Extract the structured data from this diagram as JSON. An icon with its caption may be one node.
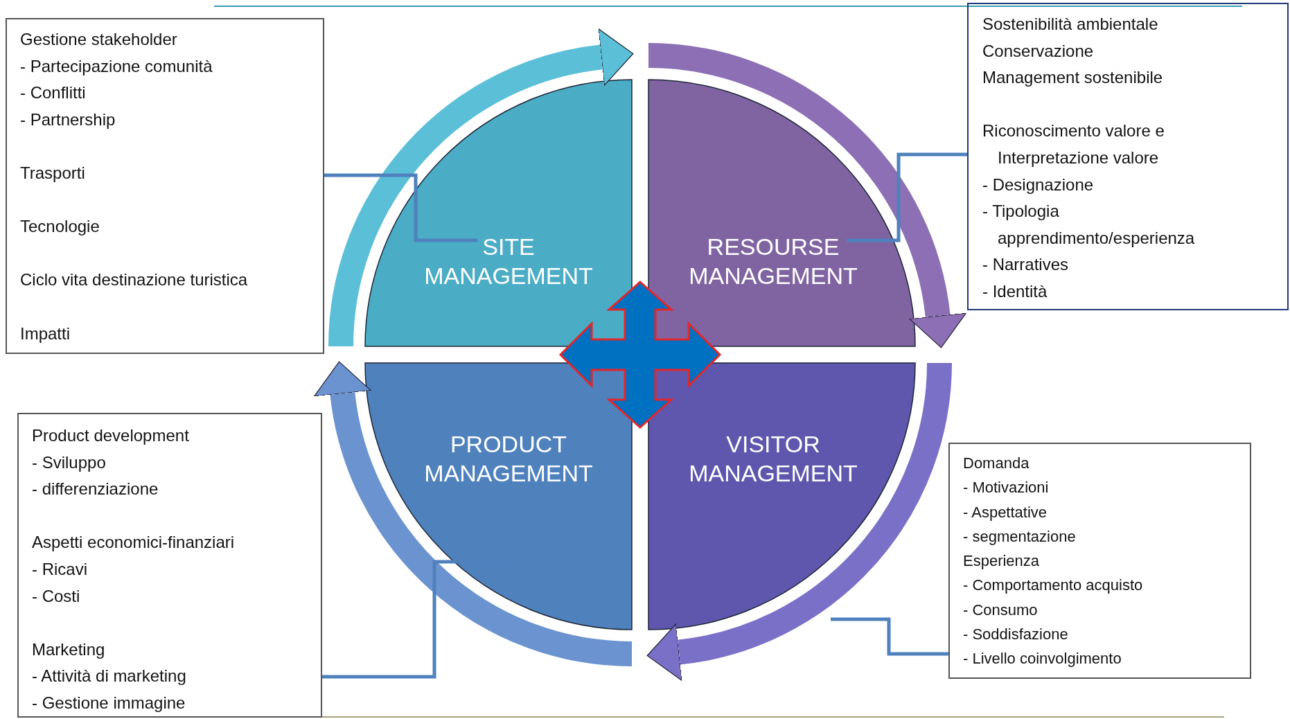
{
  "diagram": {
    "nodes": [
      {
        "text": [
          "Gestione stakeholder",
          "- Partecipazione comunità",
          "- Conflitti",
          "- Partnership",
          "Trasporti",
          "Tecnologie",
          "Ciclo vita destinazione turistica",
          "Impatti"
        ]
      },
      {
        "text": [
          "SITE MANAGEMENT"
        ]
      },
      {
        "text": [
          "RESOURSE MANAGEMENT"
        ]
      },
      {
        "text": [
          "Sostenibilità ambientale",
          "Conservazione",
          "Management sostenibile",
          "Riconoscimento valore e Interpretazione valore",
          "- Designazione",
          "- Tipologia apprendimento/esperienza",
          "- Narratives",
          "- Identità"
        ]
      },
      {
        "text": [
          "Product development",
          "- Sviluppo",
          "- differenziazione",
          "Aspetti economici-finanziari",
          "- Ricavi",
          "- Costi",
          "Marketing",
          "- Attività di marketing",
          "- Gestione immagine"
        ]
      },
      {
        "text": [
          "PRODUCT MANAGEMENT"
        ]
      },
      {
        "text": [
          "VISITOR MANAGEMENT"
        ]
      },
      {
        "text": [
          "Domanda",
          "- Motivazioni",
          "- Aspettative",
          "- segmentazione",
          "Esperienza",
          "- Comportamento acquisto",
          "- Consumo",
          "- Soddisfazione",
          "- Livello coinvolgimento"
        ]
      }
    ],
    "edges": [
      {
        "from": 0,
        "to": 1,
        "arrow": "none"
      },
      {
        "from": 3,
        "to": 2,
        "arrow": "none"
      },
      {
        "from": 4,
        "to": 5,
        "arrow": "none"
      },
      {
        "from": 7,
        "to": 6,
        "arrow": "none"
      }
    ]
  }
}
